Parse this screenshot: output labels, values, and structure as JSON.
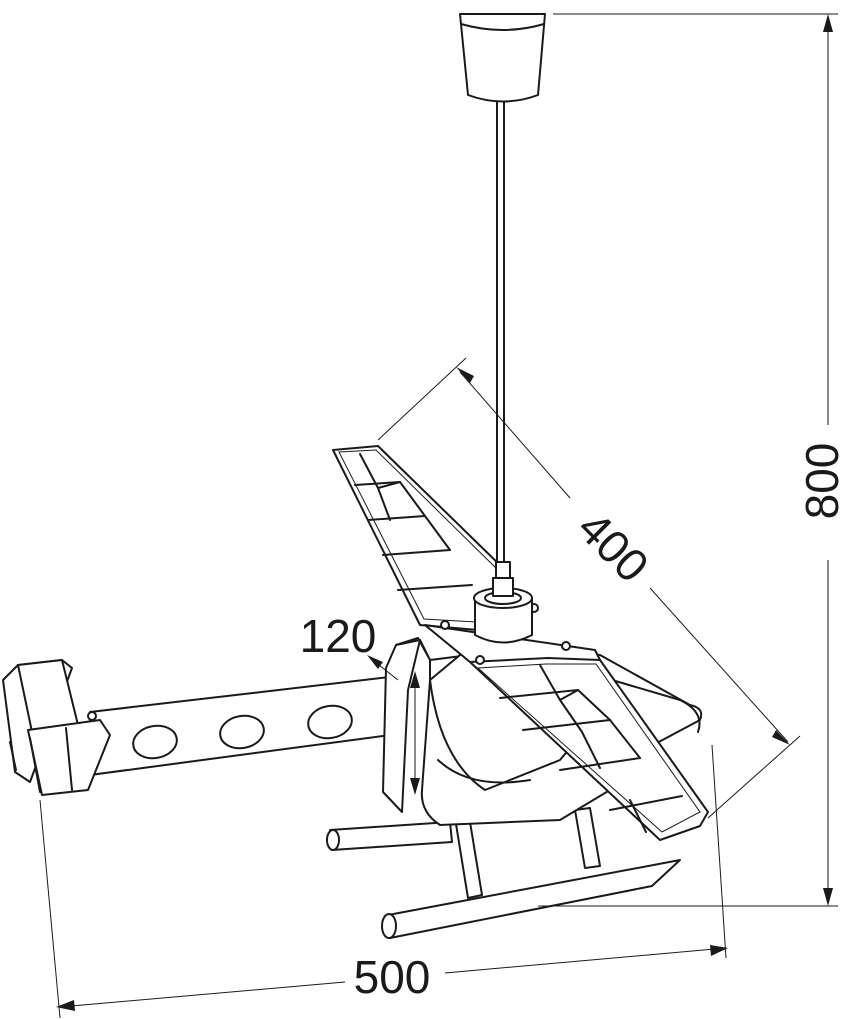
{
  "dimensions": {
    "height": "800",
    "blade": "400",
    "depth": "120",
    "width": "500"
  }
}
